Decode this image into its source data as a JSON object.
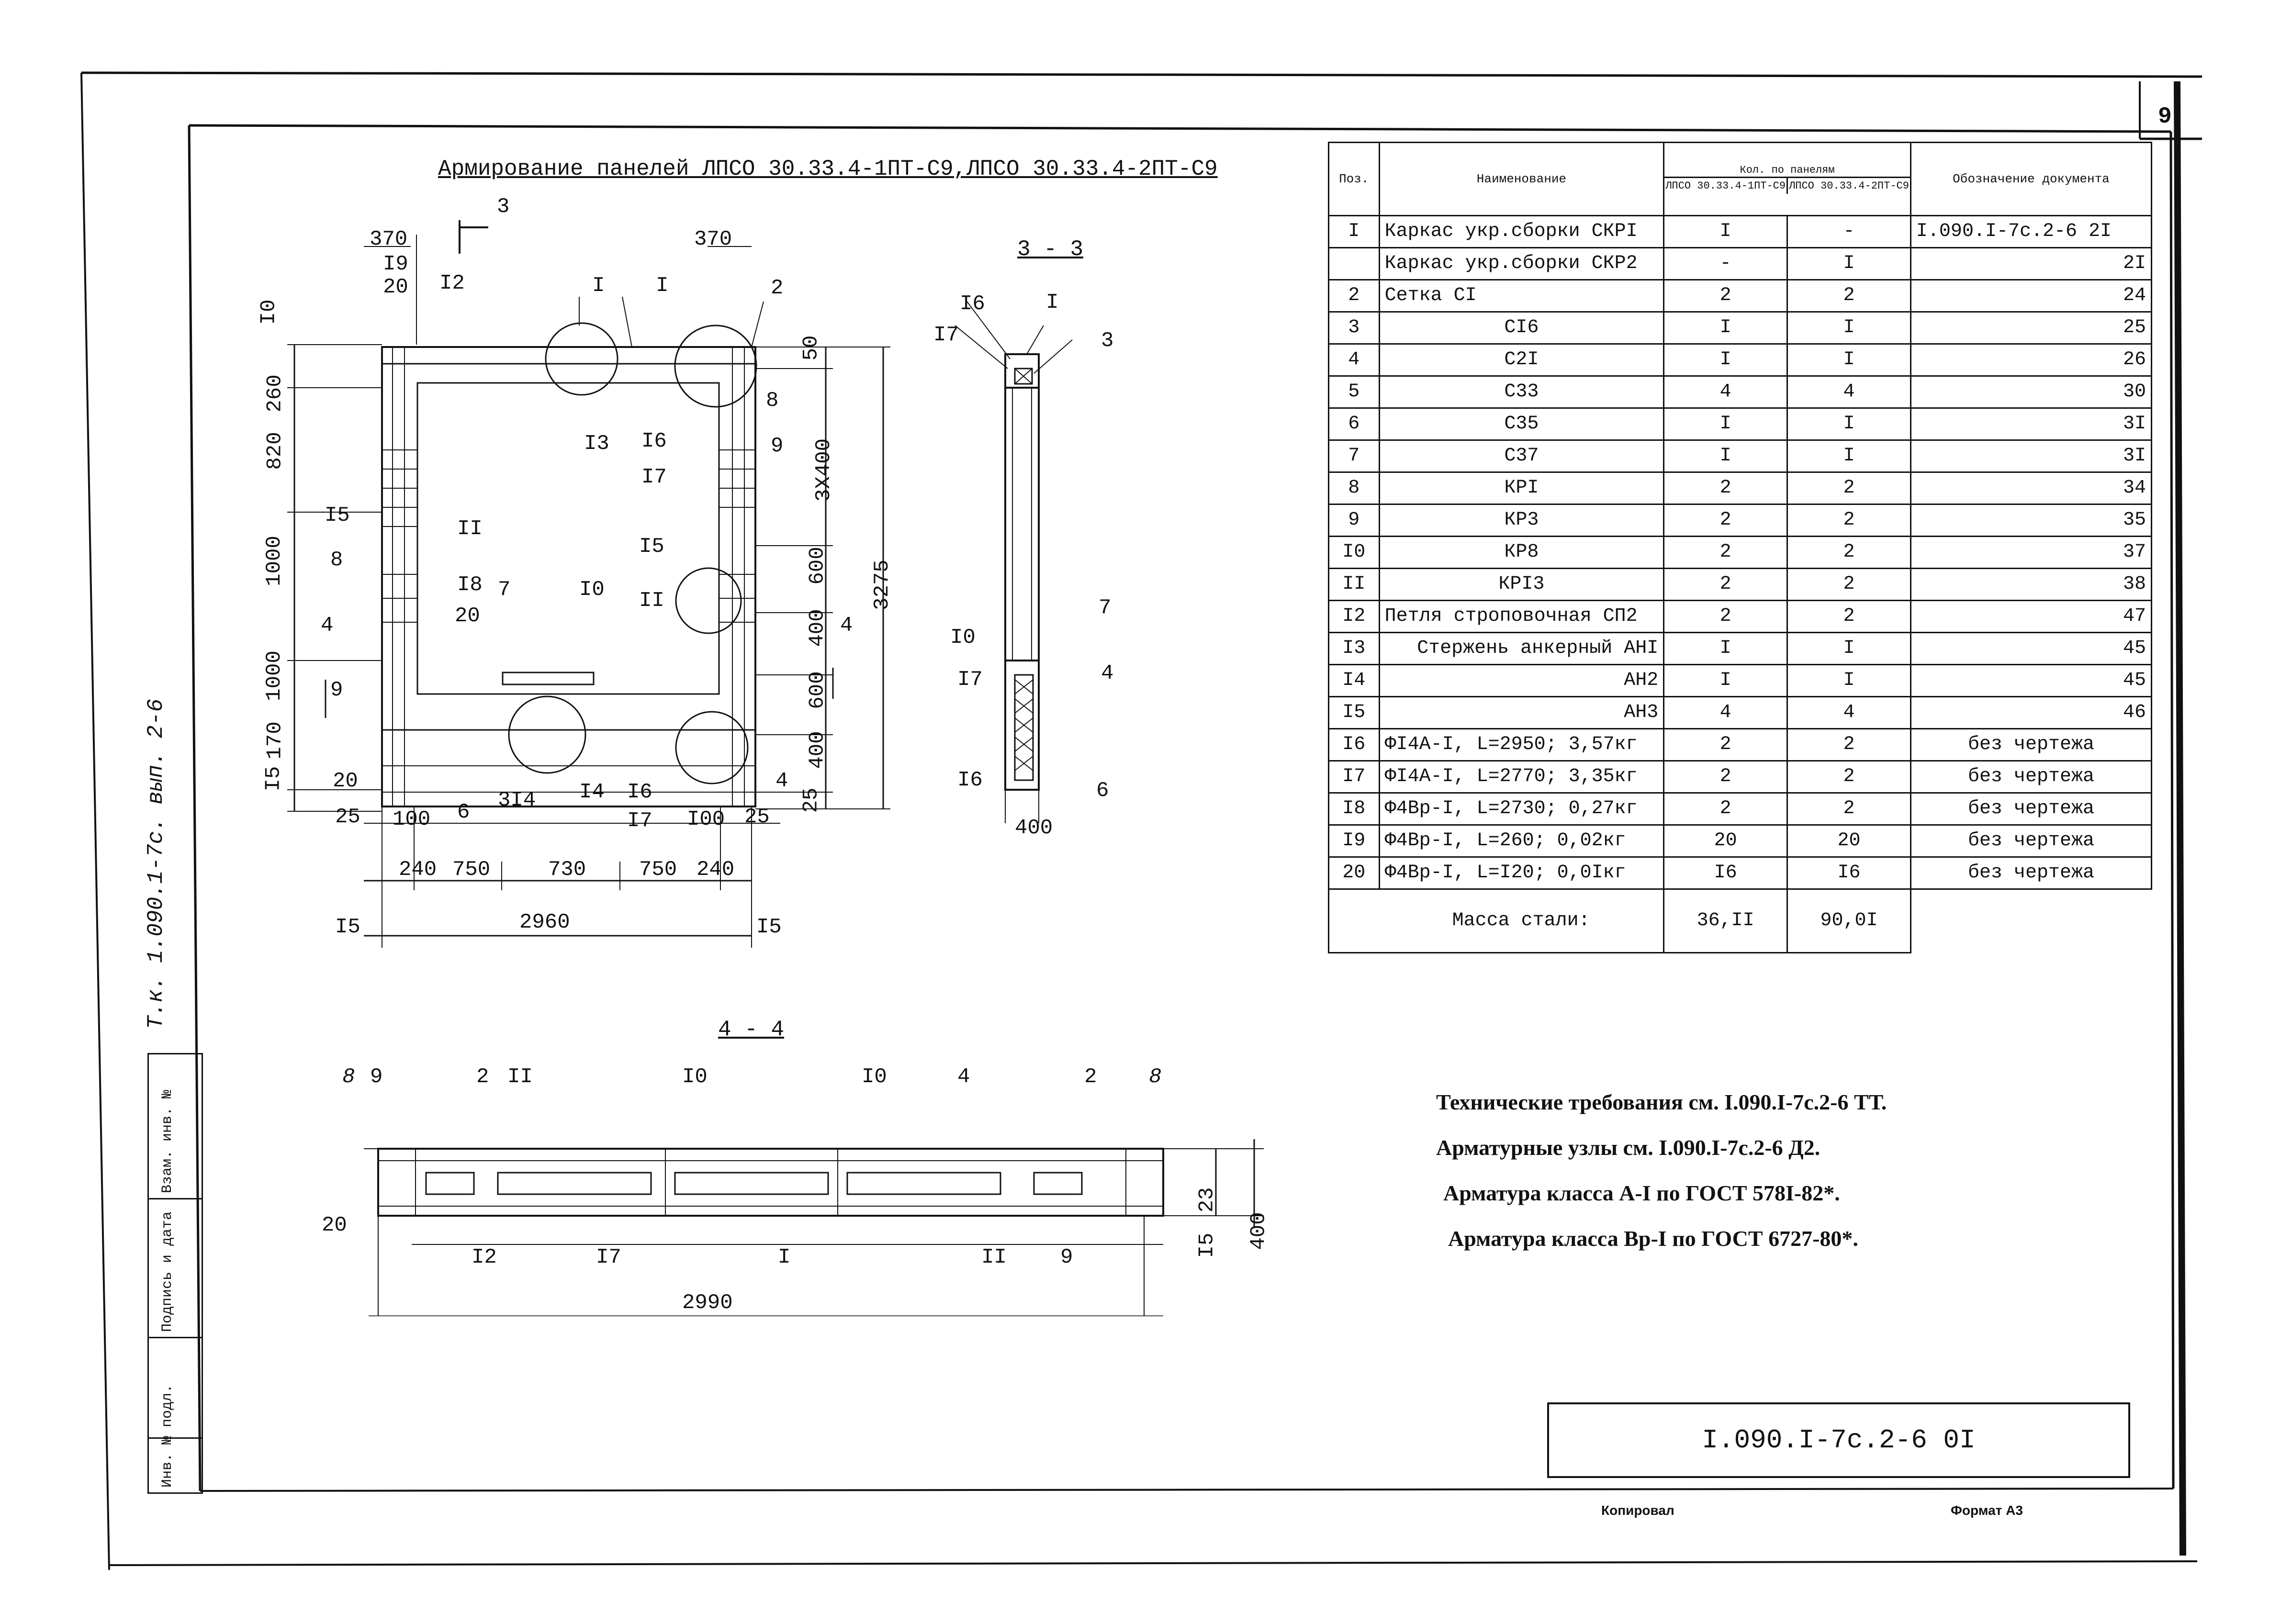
{
  "sheet": {
    "number": "9",
    "vertical_code": "Т.к. 1.090.1-7с. вып. 2-6",
    "document_code": "I.090.I-7c.2-6 0I",
    "copied_by": "Копировал",
    "format": "Формат А3",
    "sidebar_cells": [
      "Инв. № подл.",
      "Подпись и дата",
      "Взам. инв. №"
    ]
  },
  "drawing": {
    "main_title": "Армирование панелей ЛПСО 30.33.4-1ПТ-С9,ЛПСО 30.33.4-2ПТ-С9",
    "section_33": "3 - 3",
    "section_44": "4 - 4",
    "section_mark": "3",
    "section_mark_4": "4",
    "main_view_dims": {
      "top_left": "370",
      "top_right": "370",
      "d260": "260",
      "d820": "820",
      "d1000a": "1000",
      "d1000b": "1000",
      "d170": "170",
      "d15l": "I5",
      "d3x400": "3X400",
      "d600a": "600",
      "d400a": "400",
      "d600b": "600",
      "d400b": "400",
      "d50": "50",
      "d25r": "25",
      "d3275": "3275",
      "b25l": "25",
      "b100l": "100",
      "b100r": "I00",
      "b25r": "25",
      "b240l": "240",
      "b750l": "750",
      "b730": "730",
      "b750r": "750",
      "b240r": "240",
      "b2960": "2960",
      "b15l": "I5",
      "b15r": "I5"
    },
    "main_view_callouts": [
      "I9",
      "20",
      "I2",
      "I",
      "I",
      "2",
      "I0",
      "I3",
      "I6",
      "I7",
      "8",
      "9",
      "I5",
      "8",
      "I5",
      "II",
      "I8",
      "20",
      "7",
      "I0",
      "II",
      "9",
      "4",
      "20",
      "6",
      "3I4",
      "I4",
      "I6",
      "I7",
      "4",
      "I5"
    ],
    "section33_callouts": [
      "I6",
      "I7",
      "I",
      "3",
      "7",
      "I0",
      "I7",
      "4",
      "I6",
      "6"
    ],
    "section33_dims": {
      "width": "400"
    },
    "section44_callouts": [
      "8",
      "9",
      "2",
      "II",
      "I0",
      "I0",
      "4",
      "2",
      "8",
      "20",
      "I2",
      "I7",
      "I",
      "II",
      "9"
    ],
    "section44_dims": {
      "d23": "23",
      "d15": "I5",
      "d400": "400",
      "d2990": "2990"
    }
  },
  "spec_table": {
    "headers": {
      "pos": "Поз.",
      "name": "Наименование",
      "qty_group": "Кол. по панелям",
      "qty1": "ЛПСО 30.33.4-1ПТ-С9",
      "qty2": "ЛПСО 30.33.4-2ПТ-С9",
      "doc": "Обозначение документа"
    },
    "rows": [
      {
        "pos": "I",
        "name": "Каркас укр.сборки СКРI",
        "q1": "I",
        "q2": "-",
        "doc": "I.090.I-7c.2-6 2I"
      },
      {
        "pos": "",
        "name": "Каркас укр.сборки СКР2",
        "q1": "-",
        "q2": "I",
        "doc": "2I"
      },
      {
        "pos": "2",
        "name": "Сетка СI",
        "q1": "2",
        "q2": "2",
        "doc": "24"
      },
      {
        "pos": "3",
        "name": "СI6",
        "q1": "I",
        "q2": "I",
        "doc": "25"
      },
      {
        "pos": "4",
        "name": "С2I",
        "q1": "I",
        "q2": "I",
        "doc": "26"
      },
      {
        "pos": "5",
        "name": "С33",
        "q1": "4",
        "q2": "4",
        "doc": "30"
      },
      {
        "pos": "6",
        "name": "С35",
        "q1": "I",
        "q2": "I",
        "doc": "3I"
      },
      {
        "pos": "7",
        "name": "С37",
        "q1": "I",
        "q2": "I",
        "doc": "3I"
      },
      {
        "pos": "8",
        "name": "КРI",
        "q1": "2",
        "q2": "2",
        "doc": "34"
      },
      {
        "pos": "9",
        "name": "КР3",
        "q1": "2",
        "q2": "2",
        "doc": "35"
      },
      {
        "pos": "I0",
        "name": "КР8",
        "q1": "2",
        "q2": "2",
        "doc": "37"
      },
      {
        "pos": "II",
        "name": "КРI3",
        "q1": "2",
        "q2": "2",
        "doc": "38"
      },
      {
        "pos": "I2",
        "name": "Петля строповочная СП2",
        "q1": "2",
        "q2": "2",
        "doc": "47"
      },
      {
        "pos": "I3",
        "name": "Стержень анкерный АНI",
        "q1": "I",
        "q2": "I",
        "doc": "45"
      },
      {
        "pos": "I4",
        "name": "АН2",
        "q1": "I",
        "q2": "I",
        "doc": "45"
      },
      {
        "pos": "I5",
        "name": "АН3",
        "q1": "4",
        "q2": "4",
        "doc": "46"
      },
      {
        "pos": "I6",
        "name": "ФI4А-I, L=2950; 3,57кг",
        "q1": "2",
        "q2": "2",
        "doc": "без чертежа"
      },
      {
        "pos": "I7",
        "name": "ФI4А-I, L=2770; 3,35кг",
        "q1": "2",
        "q2": "2",
        "doc": "без чертежа"
      },
      {
        "pos": "I8",
        "name": "Ф4Вр-I, L=2730; 0,27кг",
        "q1": "2",
        "q2": "2",
        "doc": "без чертежа"
      },
      {
        "pos": "I9",
        "name": "Ф4Вр-I, L=260; 0,02кг",
        "q1": "20",
        "q2": "20",
        "doc": "без чертежа"
      },
      {
        "pos": "20",
        "name": "Ф4Вр-I, L=I20; 0,0Iкг",
        "q1": "I6",
        "q2": "I6",
        "doc": "без чертежа"
      }
    ],
    "mass_label": "Масса стали:",
    "mass_q1": "36,II",
    "mass_q2": "90,0I"
  },
  "notes": [
    "Технические требования см. I.090.I-7c.2-6 ТТ.",
    "Арматурные узлы см. I.090.I-7c.2-6 Д2.",
    "Арматура класса А-I по ГОСТ 578I-82*.",
    "Арматура класса Вр-I по ГОСТ 6727-80*."
  ]
}
